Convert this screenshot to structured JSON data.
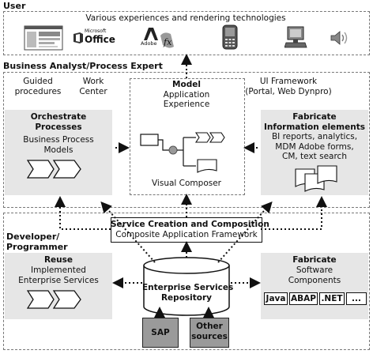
{
  "user": {
    "title": "User",
    "subtitle": "Various experiences and rendering technologies",
    "icons": [
      "browser-screenshot-icon",
      "microsoft-office-logo",
      "adobe-flex-logo",
      "pda-device-icon",
      "desktop-computer-icon",
      "speaker-icon"
    ],
    "office_logo_lines": [
      "Microsoft",
      "Office"
    ],
    "adobe_logo_text": "Adobe"
  },
  "analyst": {
    "title": "Business Analyst/Process Expert",
    "guided": [
      "Guided",
      "procedures"
    ],
    "work_center": [
      "Work",
      "Center"
    ],
    "model": [
      "Model",
      "Application",
      "Experience"
    ],
    "ui_framework": [
      "UI Framework",
      "(Portal, Web Dynpro)"
    ]
  },
  "orchestrate": {
    "title": [
      "Orchestrate",
      "Processes"
    ],
    "body": [
      "Business Process",
      "Models"
    ]
  },
  "visual_composer": "Visual Composer",
  "fabricate_info": {
    "title": [
      "Fabricate",
      "Information elements"
    ],
    "body": [
      "BI reports, analytics,",
      "MDM Adobe forms,",
      "CM, text search"
    ]
  },
  "service_creation": {
    "title": "Service Creation and Composition",
    "subtitle": "Composite Application Framework"
  },
  "developer": {
    "title": [
      "Developer/",
      "Programmer"
    ]
  },
  "reuse": {
    "title": "Reuse",
    "body": [
      "Implemented",
      "Enterprise Services"
    ]
  },
  "repository": [
    "Enterprise Services",
    "Repository"
  ],
  "sources": {
    "sap": "SAP",
    "other": [
      "Other",
      "sources"
    ]
  },
  "fabricate_sw": {
    "title": "Fabricate",
    "body": [
      "Software",
      "Components"
    ],
    "languages": [
      "Java",
      "ABAP",
      ".NET",
      "..."
    ]
  }
}
